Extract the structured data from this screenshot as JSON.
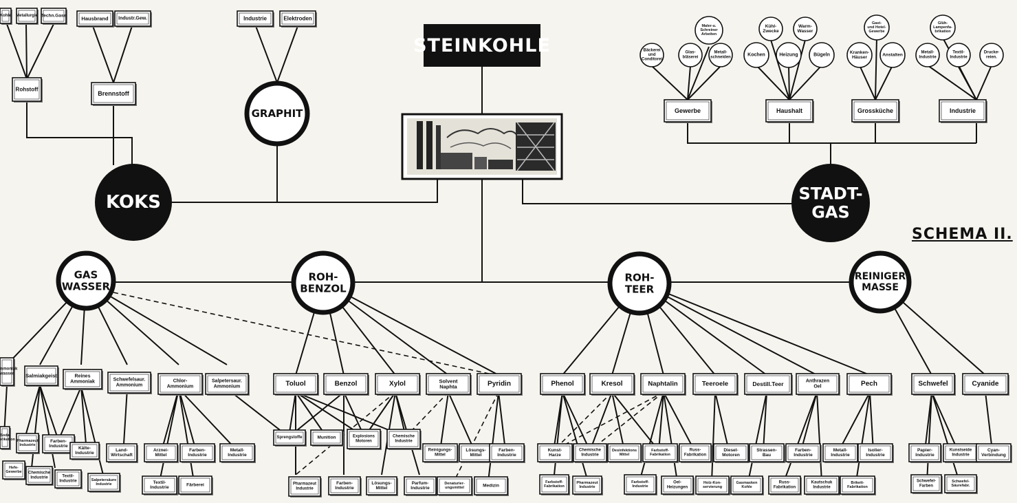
{
  "title": "STEINKOHLE",
  "schema_label": "SCHEMA II.",
  "nodes": {
    "koks": "KOKS",
    "stadtgas": [
      "STADT-",
      "GAS"
    ],
    "graphit": "GRAPHIT",
    "gaswasser": [
      "GAS",
      "WASSER"
    ],
    "rohbenzol": [
      "ROH-",
      "BENZOL"
    ],
    "rohteer": [
      "ROH-",
      "TEER"
    ],
    "reinigermasse": [
      "REINIGER",
      "MASSE"
    ],
    "k_rohstoff": "Rohstoff",
    "k_brennstoff": "Brennstoff",
    "k_metallurgie": "Metallurgie",
    "k_techngase": "Techn.Gase",
    "k_hausbrand": "Hausbrand",
    "k_industrgew": "Industr.Gew.",
    "k_edge": "Kohle",
    "g_industrie": "Industrie",
    "g_elektroden": "Elektroden",
    "sg_gewerbe": "Gewerbe",
    "sg_haushalt": "Haushalt",
    "sg_grosskueche": "Grossküche",
    "sg_industrie": "Industrie",
    "c_baeckerei": [
      "Bäckerei",
      "und",
      "Conditorei"
    ],
    "c_glasblaeserei": [
      "Glas-",
      "bläserei"
    ],
    "c_maler": [
      "Maler-u.",
      "Schreiner",
      "Arbeiten"
    ],
    "c_metallschneiden": [
      "Metall-",
      "schneiden"
    ],
    "c_kochen": "Kochen",
    "c_heizung": "Heizung",
    "c_kuehl": [
      "Kühl-",
      "Zwecke"
    ],
    "c_warmwasser": [
      "Warm-",
      "Wasser"
    ],
    "c_buegeln": "Bügeln",
    "c_krankenhaeuser": [
      "Kranken-",
      "Häuser"
    ],
    "c_gaststaetten": [
      "Gast-",
      "und Hotel-",
      "Gewerbe"
    ],
    "c_anstalten": "Anstalten",
    "c_metallindustrie": [
      "Metall-",
      "Industrie"
    ],
    "c_gluehlampen": [
      "Glüh-",
      "Lampenfa-",
      "brikation"
    ],
    "c_textilindustrie": [
      "Textil-",
      "Industrie"
    ],
    "c_druckereien": [
      "Drucke-",
      "reien."
    ],
    "gw_ammoniak": [
      "Ammoniak",
      "wasser"
    ],
    "gw_salmiakgeist": "Salmiakgeist",
    "gw_reines": [
      "Reines",
      "Ammoniak"
    ],
    "gw_schwefelsauer": [
      "Schwefelsaur.",
      "Ammonium"
    ],
    "gw_chlor": [
      "Chlor-",
      "Ammonium"
    ],
    "gw_salpetersauer": [
      "Salpetersaur.",
      "Ammonium"
    ],
    "gw_soda": [
      "Soda",
      "Fabrikation"
    ],
    "gw_pharmazeut": [
      "Pharmazeut",
      "Industrie"
    ],
    "gw_farben": [
      "Farben-",
      "Industrie"
    ],
    "gw_kaelte": [
      "Kälte-",
      "Industrie"
    ],
    "gw_landwirtschaft": [
      "Land-",
      "Wirtschaft"
    ],
    "gw_arznei": [
      "Arznei-",
      "Mittel"
    ],
    "gw_farbenind": [
      "Farben-",
      "Industrie"
    ],
    "gw_metallind": [
      "Metall-",
      "Industrie"
    ],
    "gw_textil": [
      "Textil-",
      "Industrie"
    ],
    "gw_faerberei": "Färberei",
    "gw_hefe": [
      "Hefe-",
      "Gewerbe"
    ],
    "gw_chemische": [
      "Chemische",
      "Industrie"
    ],
    "gw_textil2": [
      "Textil-",
      "Industrie"
    ],
    "gw_salpetersaeure": [
      "Salpetersäure",
      "Industrie"
    ],
    "rb_toluol": "Toluol",
    "rb_benzol": "Benzol",
    "rb_xylol": "Xylol",
    "rb_solvent": [
      "Solvent",
      "Naphta"
    ],
    "rb_pyridin": "Pyridin",
    "rb_sprengstoffe": "Sprengstoffe",
    "rb_munition": "Munition",
    "rb_explosions": [
      "Explosions",
      "Motoren"
    ],
    "rb_chemische": [
      "Chemische",
      "Industrie"
    ],
    "rb_reinigungs": [
      "Reinigungs-",
      "Mittel"
    ],
    "rb_loesungs": [
      "Lösungs-",
      "Mittel"
    ],
    "rb_farbenind": [
      "Farben-",
      "Industrie"
    ],
    "rb_pharmazeut": [
      "Pharmazeut",
      "Industrie"
    ],
    "rb_farben": [
      "Farben-",
      "Industrie"
    ],
    "rb_loesungs2": [
      "Lösungs-",
      "Mittel"
    ],
    "rb_parfum": [
      "Parfum-",
      "Industrie"
    ],
    "rb_denaturier": [
      "Denaturier-",
      "ungsmittel"
    ],
    "rb_medizin": "Medizin",
    "rt_phenol": "Phenol",
    "rt_kresol": "Kresol",
    "rt_naphtalin": "Naphtalin",
    "rt_teeroele": "Teeroele",
    "rt_destillteer": "Destill.Teer",
    "rt_anthrazen": [
      "Anthrazen",
      "Oel"
    ],
    "rt_pech": "Pech",
    "rt_kunstharze": [
      "Kunst-",
      "Harze"
    ],
    "rt_chemische": [
      "Chemische",
      "Industrie"
    ],
    "rt_desinfektion": [
      "Desinfektions",
      "Mittel"
    ],
    "rt_farbstoff": [
      "Farbstoff-",
      "Fabrikation"
    ],
    "rt_russ": [
      "Russ-",
      "Fabrikation"
    ],
    "rt_diesel": [
      "Diesel-",
      "Motoren"
    ],
    "rt_strassen": [
      "Strassen-",
      "Bau"
    ],
    "rt_farbenind": [
      "Farben-",
      "Industrie"
    ],
    "rt_metallind": [
      "Metall-",
      "Industrie"
    ],
    "rt_isolier": [
      "Isolier-",
      "Industrie"
    ],
    "rt_farbstofffab": [
      "Farbstoff-",
      "Fabrikation"
    ],
    "rt_pharmazeut": [
      "Pharmazeut",
      "Industrie"
    ],
    "rt_farbstoffind": [
      "Farbstoff-",
      "Industrie"
    ],
    "rt_oelheizungen": [
      "Oel-",
      "Heizungen"
    ],
    "rt_holzkon": [
      "Holz-Kon-",
      "servierung"
    ],
    "rt_gasmasken": [
      "Gasmasken",
      "Kohle"
    ],
    "rt_russfab": [
      "Russ-",
      "Fabrikation"
    ],
    "rt_kautschuk": [
      "Kautschuk",
      "Industrie"
    ],
    "rt_brikett": [
      "Brikett-",
      "Fabrikation"
    ],
    "rm_schwefel": "Schwefel",
    "rm_cyanide": "Cyanide",
    "rm_papier": [
      "Papier-",
      "Industrie"
    ],
    "rm_kunstseide": [
      "Kunstseide",
      "Industrie"
    ],
    "rm_cyan": [
      "Cyan-",
      "Verbindung"
    ],
    "rm_schwefelfarben": [
      "Schwefel-",
      "Farben"
    ],
    "rm_schwefelsaeure": [
      "Schwefel-",
      "Säurefabr."
    ]
  }
}
